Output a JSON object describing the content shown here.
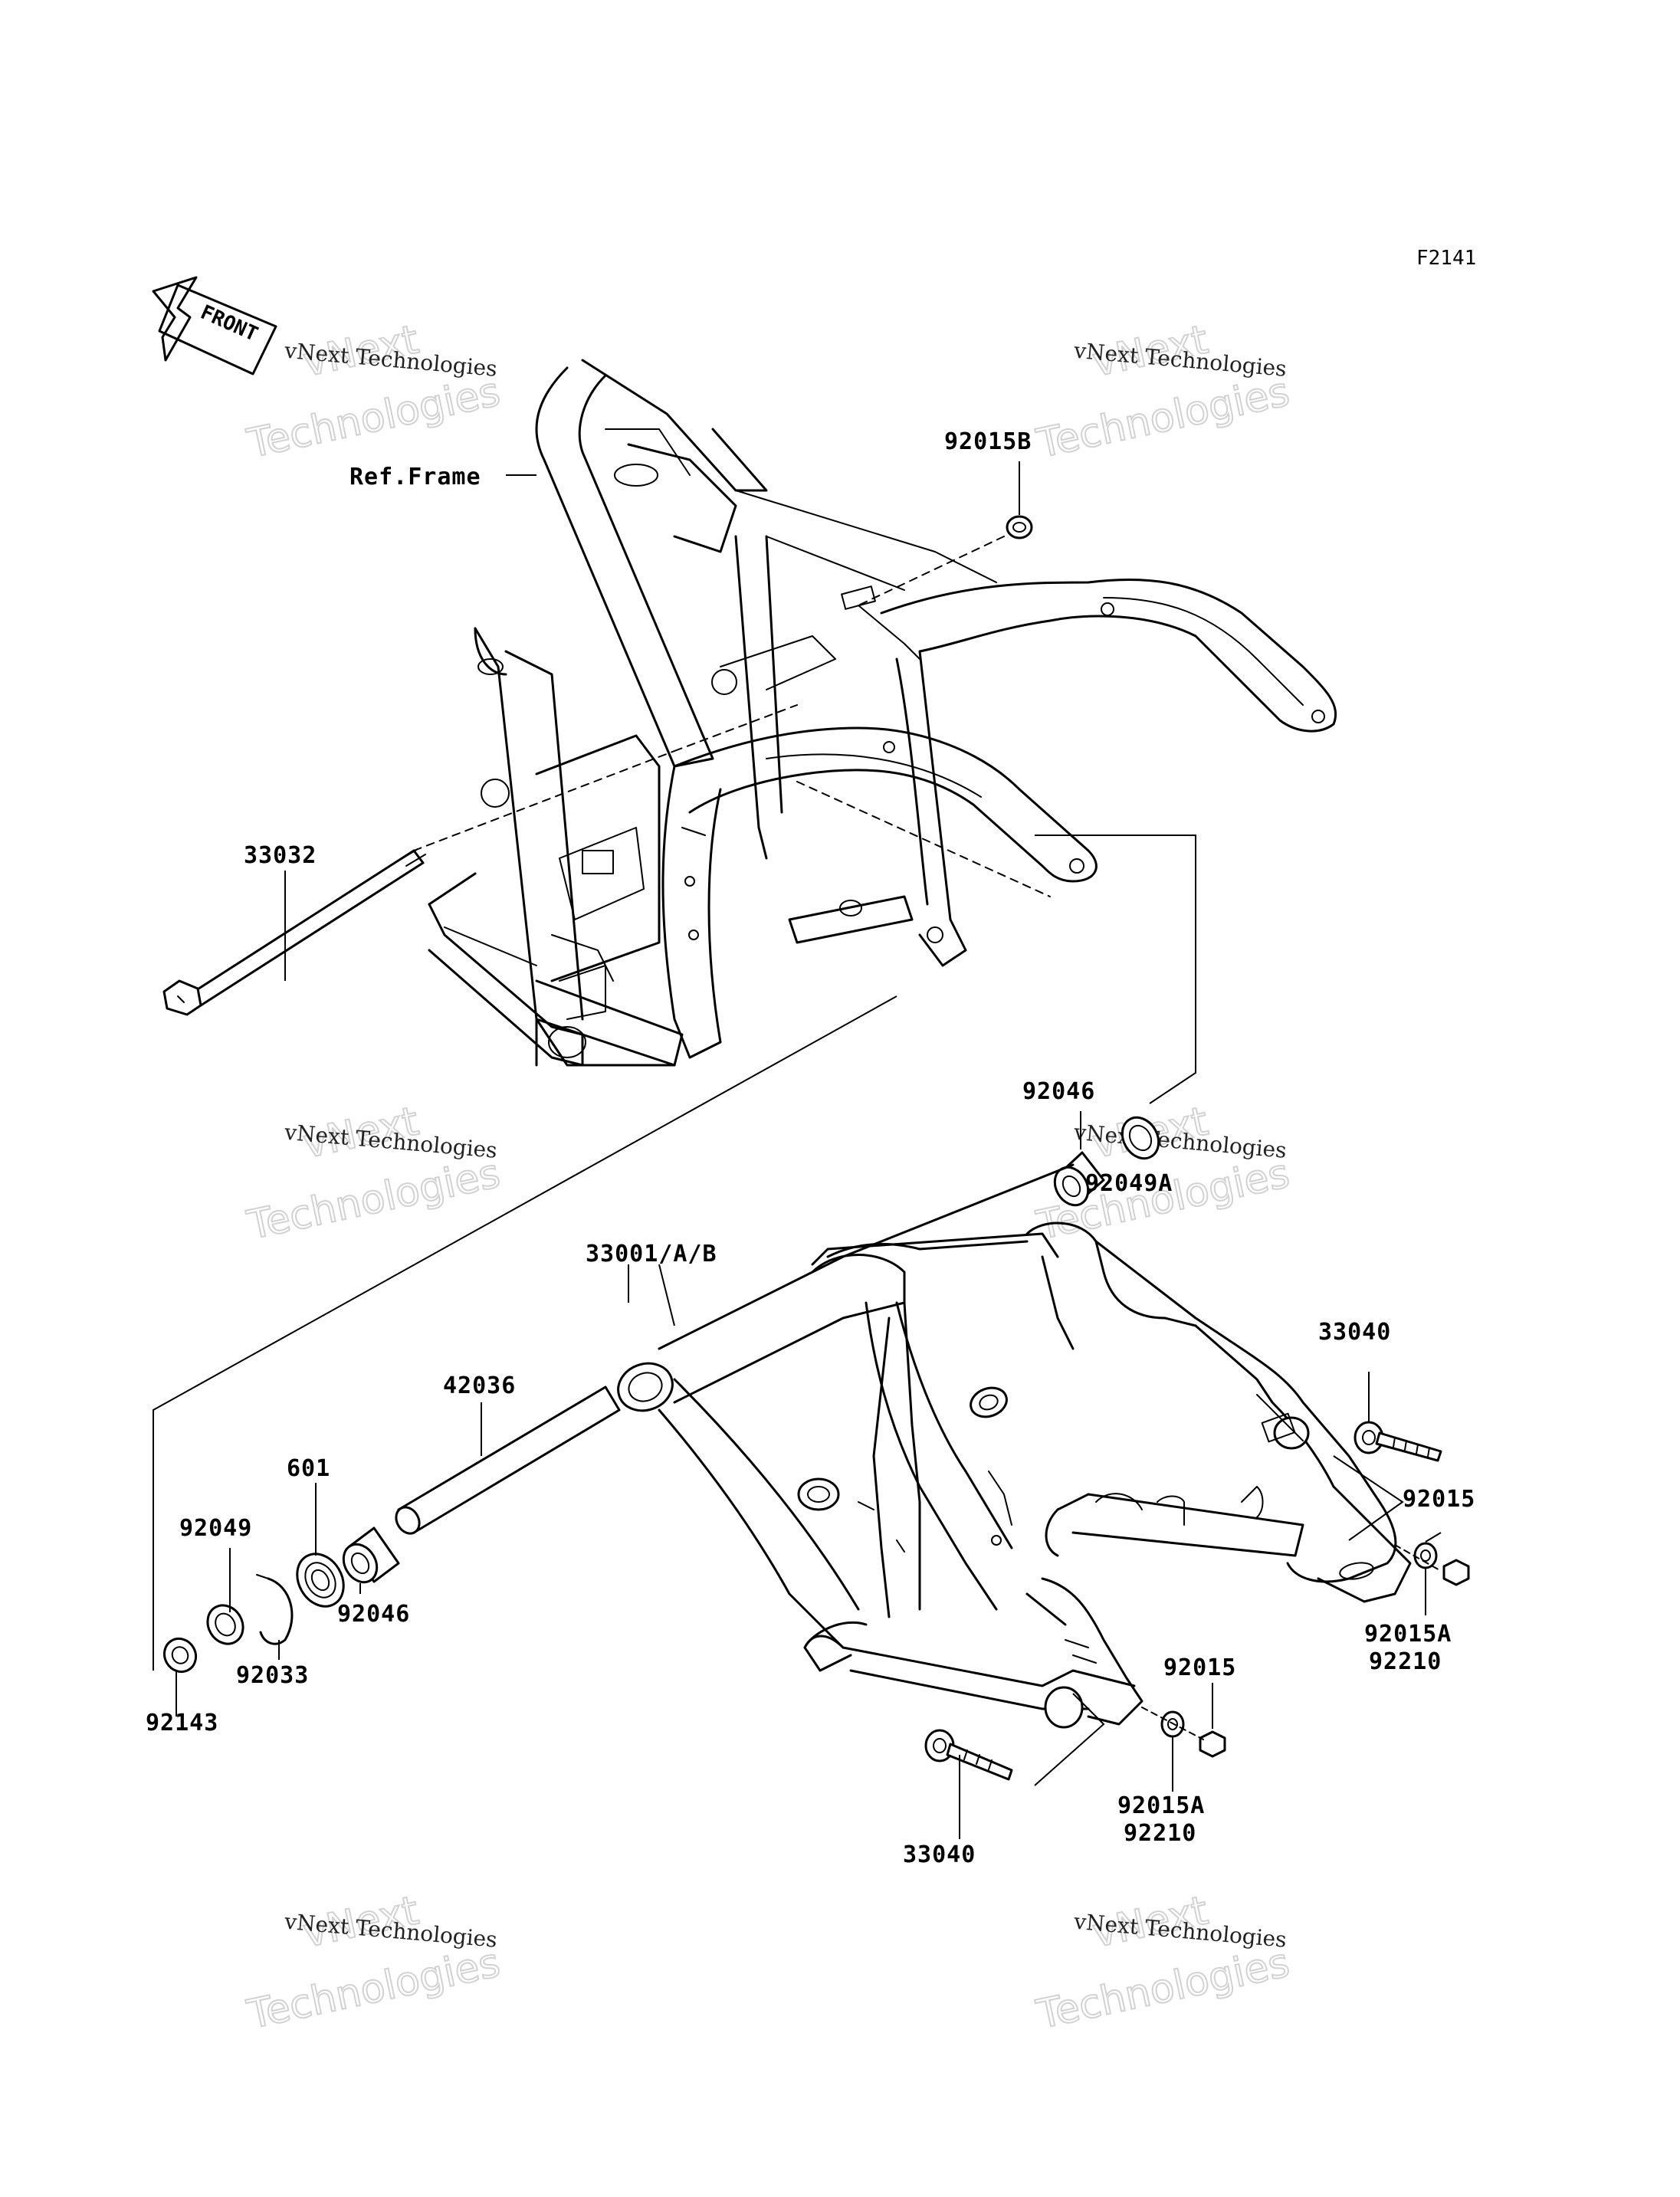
{
  "diagram_code": "F2141",
  "front_arrow_label": "FRONT",
  "watermark": {
    "line": "vNext Technologies",
    "big_top": "vNext",
    "big_bottom": "Technologies"
  },
  "labels": {
    "ref_frame": "Ref.Frame",
    "p92015B": "92015B",
    "p33032": "33032",
    "p92046_top": "92046",
    "p92049A": "92049A",
    "p33001": "33001/A/B",
    "p42036": "42036",
    "p601": "601",
    "p92049": "92049",
    "p92046_low": "92046",
    "p92033": "92033",
    "p92143": "92143",
    "p33040_right": "33040",
    "p92015_right": "92015",
    "p92015A_right": "92015A",
    "p92210_right": "92210",
    "p92015_mid": "92015",
    "p92015A_mid": "92015A",
    "p92210_mid": "92210",
    "p33040_left": "33040"
  }
}
